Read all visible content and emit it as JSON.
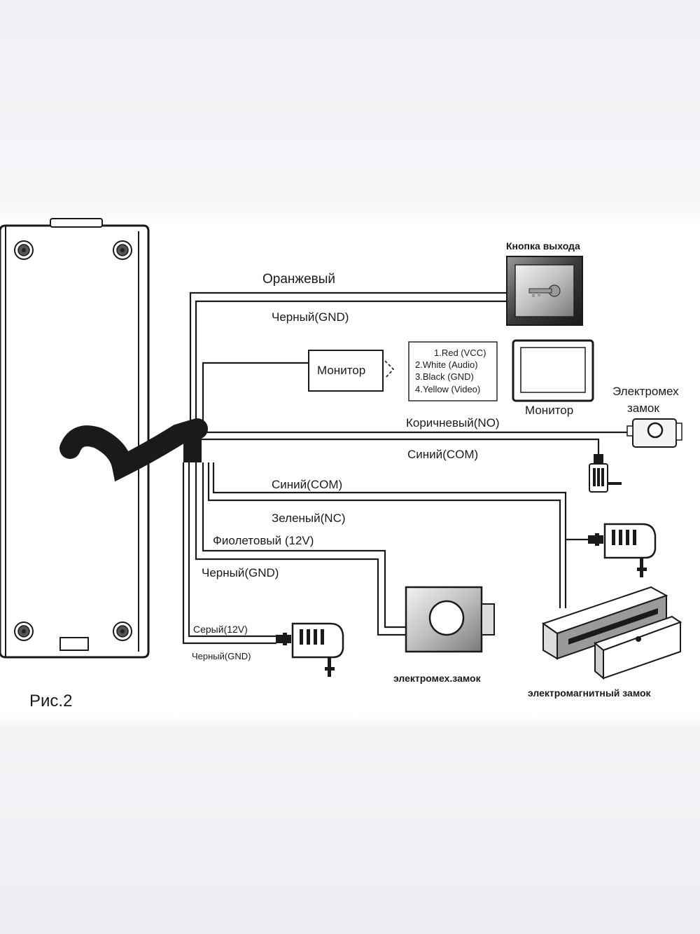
{
  "figure_label": "Рис.2",
  "exit_button": {
    "title": "Кнопка выхода"
  },
  "monitor_box": {
    "label": "Монитор"
  },
  "monitor_device": {
    "label": "Монитор"
  },
  "pinout": {
    "lines": [
      "1.Red (VCC)",
      "2.White (Audio)",
      "3.Black (GND)",
      "4.Yellow (Video)"
    ]
  },
  "electromech_lock_top": {
    "label_line1": "Электромех",
    "label_line2": "замок"
  },
  "electromech_lock_bottom": {
    "label": "электромех.замок"
  },
  "magnetic_lock": {
    "label": "электромагнитный замок"
  },
  "wires": {
    "orange": "Оранжевый",
    "black_gnd_top": "Черный(GND)",
    "brown_no": "Коричневый(NO)",
    "blue_com_right": "Синий(COM)",
    "blue_com_left": "Синий(COM)",
    "green_nc": "Зеленый(NC)",
    "violet_12v": "Фиолетовый (12V)",
    "black_gnd_mid": "Черный(GND)",
    "grey_12v": "Серый(12V)",
    "black_gnd_bottom": "Черный(GND)"
  },
  "colors": {
    "line": "#1a1a1a",
    "panel_fill": "#ffffff",
    "device_grey": "#8a8a8a"
  }
}
